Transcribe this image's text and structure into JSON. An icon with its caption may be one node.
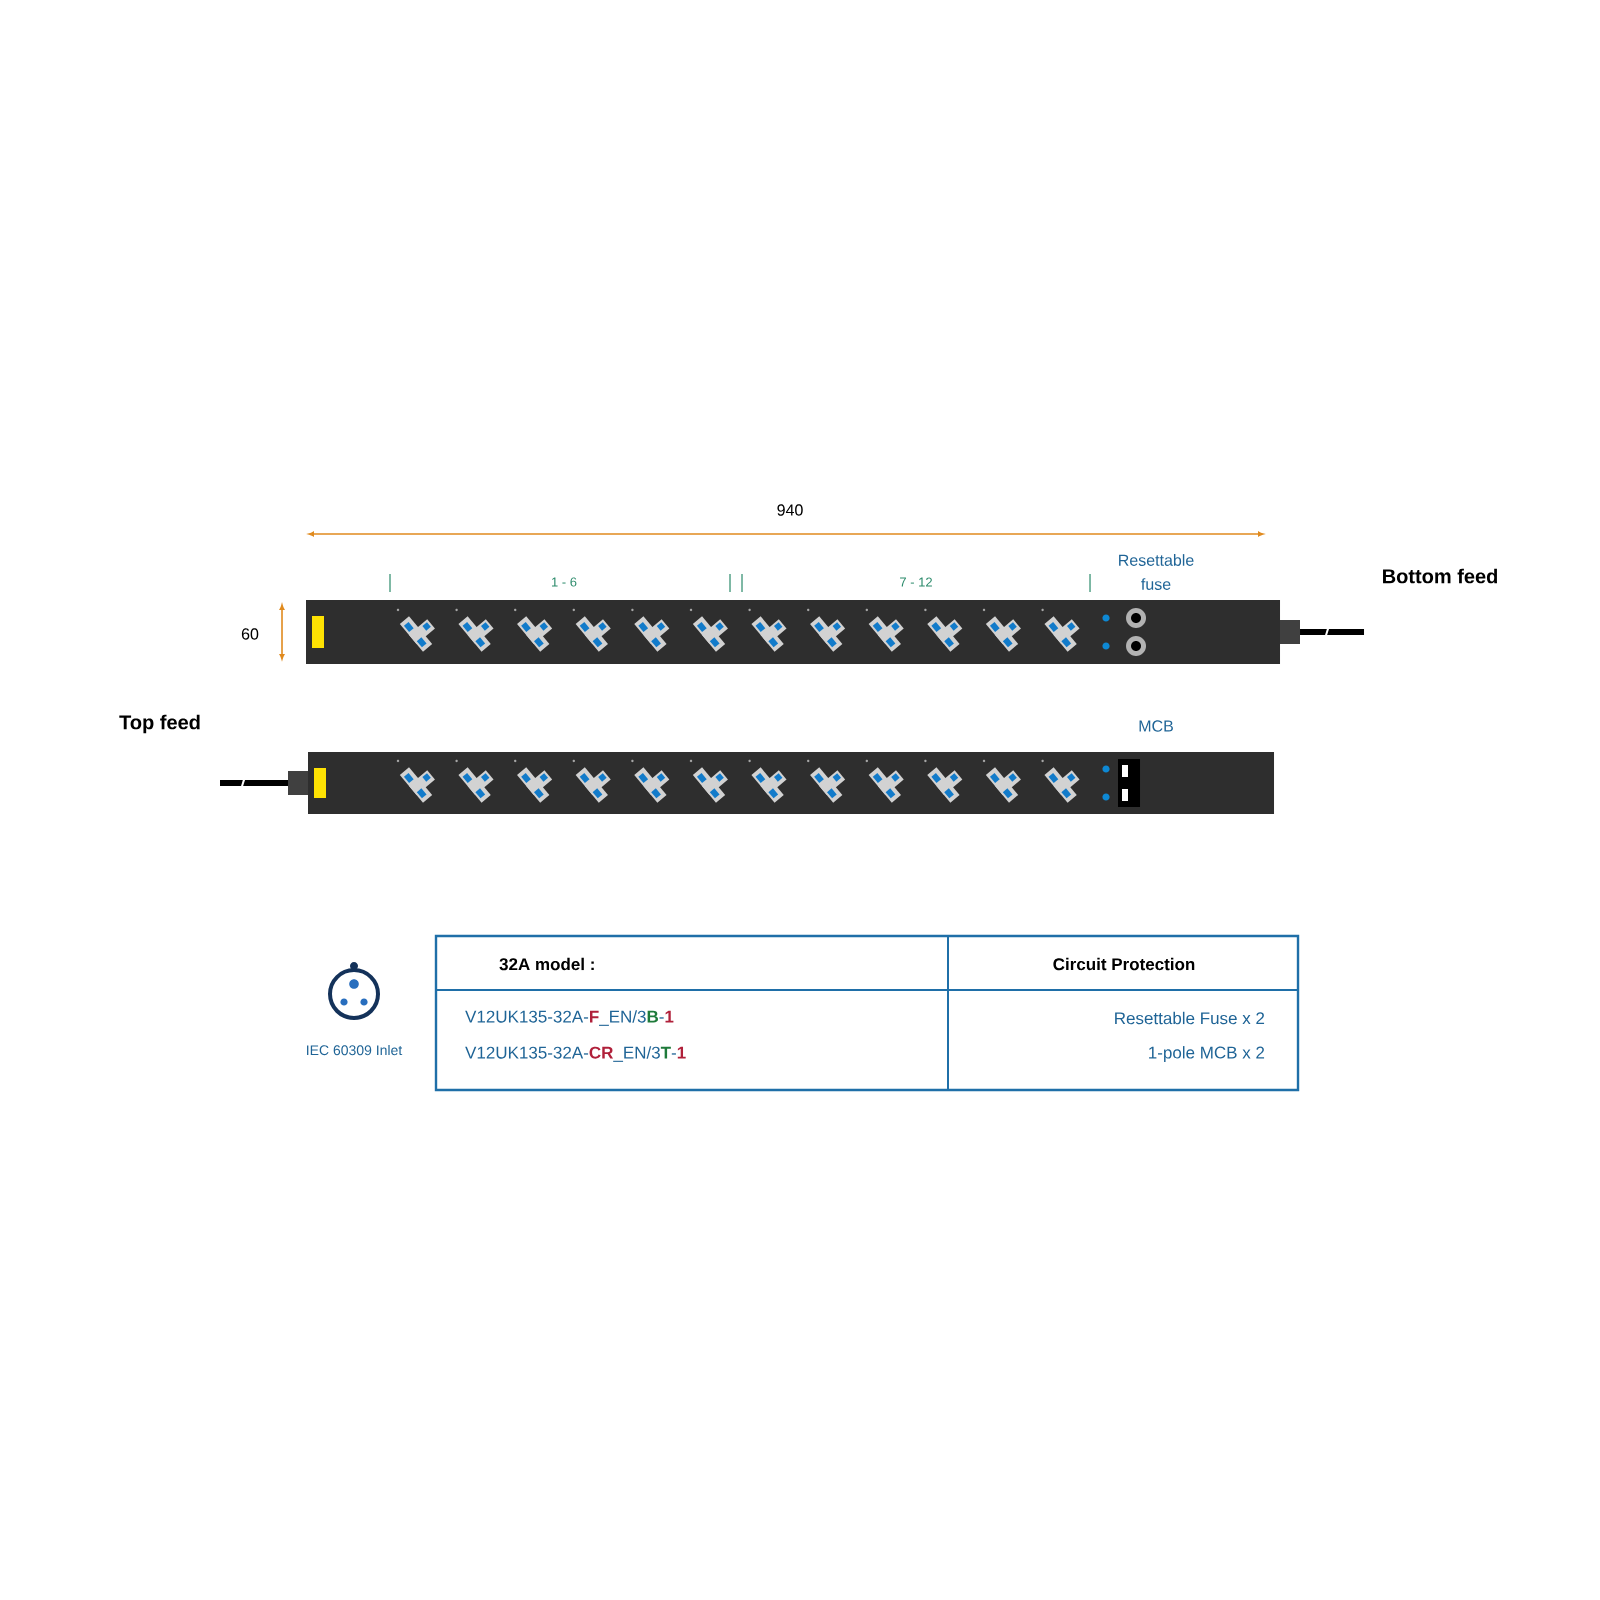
{
  "diagram": {
    "labels": [
      "940",
      "1 - 6",
      "7 - 12",
      "Resettable fuse",
      "Bottom feed",
      "60",
      "Top feed",
      "MCB",
      "IEC 60309 Inlet",
      "32A model :",
      "Circuit Protection",
      "V12UK135-32A-**F**_EN/3**B**-**1**",
      "Resettable Fuse x 2",
      "V12UK135-32A-**CR**_EN/3**T**-**1**",
      "1-pole MCB x 2"
    ]
  }
}
